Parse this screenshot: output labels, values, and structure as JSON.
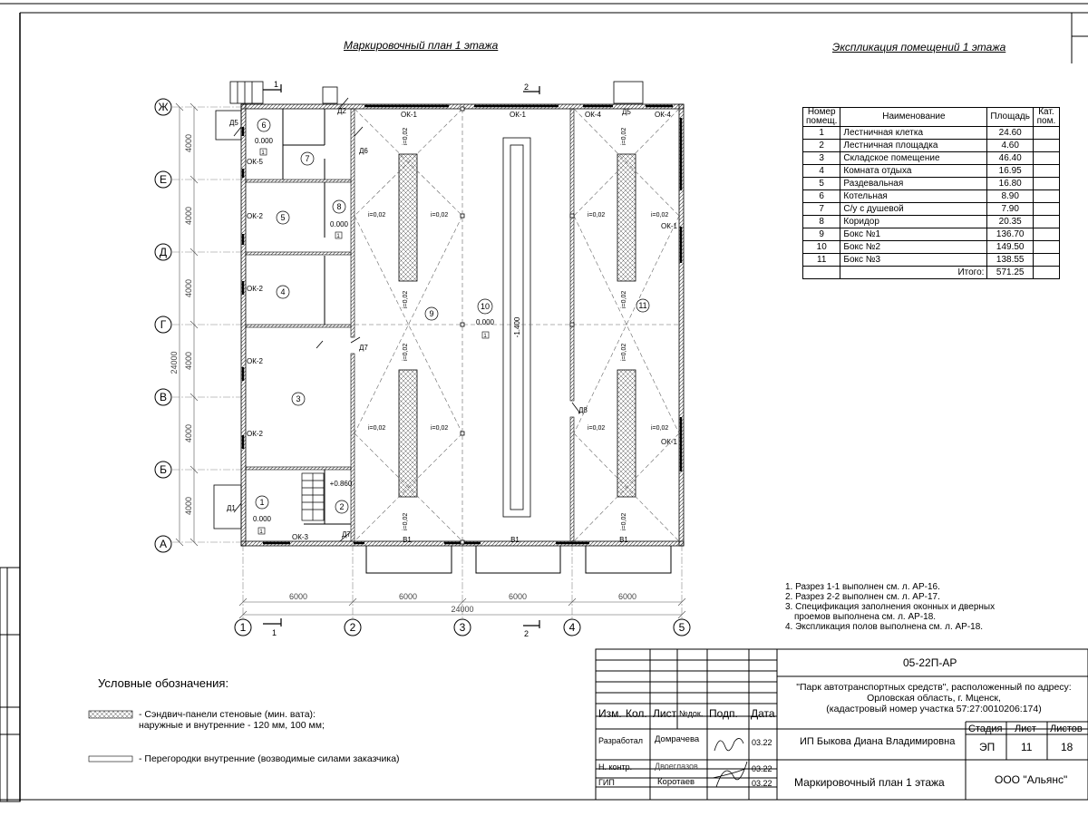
{
  "plan_title": "Маркировочный план 1 этажа",
  "explication_title": "Экспликация помещений 1 этажа",
  "explication": {
    "headers": {
      "num": "Номер помещ.",
      "name": "Наименование",
      "area": "Площадь",
      "cat": "Кат. пом."
    },
    "rows": [
      {
        "num": "1",
        "name": "Лестничная клетка",
        "area": "24.60"
      },
      {
        "num": "2",
        "name": "Лестничная площадка",
        "area": "4.60"
      },
      {
        "num": "3",
        "name": "Складское помещение",
        "area": "46.40"
      },
      {
        "num": "4",
        "name": "Комната отдыха",
        "area": "16.95"
      },
      {
        "num": "5",
        "name": "Раздевальная",
        "area": "16.80"
      },
      {
        "num": "6",
        "name": "Котельная",
        "area": "8.90"
      },
      {
        "num": "7",
        "name": "С/у с душевой",
        "area": "7.90"
      },
      {
        "num": "8",
        "name": "Коридор",
        "area": "20.35"
      },
      {
        "num": "9",
        "name": "Бокс №1",
        "area": "136.70"
      },
      {
        "num": "10",
        "name": "Бокс №2",
        "area": "149.50"
      },
      {
        "num": "11",
        "name": "Бокс №3",
        "area": "138.55"
      }
    ],
    "total_label": "Итого:",
    "total_value": "571.25"
  },
  "axes": {
    "rows": [
      "Ж",
      "Е",
      "Д",
      "Г",
      "В",
      "Б",
      "А"
    ],
    "cols": [
      "1",
      "2",
      "3",
      "4",
      "5"
    ],
    "row_dims": [
      "4000",
      "4000",
      "4000",
      "4000",
      "4000",
      "4000"
    ],
    "row_total": "24000",
    "col_dims": [
      "6000",
      "6000",
      "6000",
      "6000"
    ],
    "col_total": "24000"
  },
  "plan_labels": {
    "section1": "1",
    "section2": "2",
    "doors": [
      "Д1",
      "Д2",
      "Д5",
      "Д5",
      "Д6",
      "Д7",
      "Д7",
      "Д8"
    ],
    "windows": [
      "ОК-1",
      "ОК-1",
      "ОК-4",
      "ОК-4",
      "ОК-1",
      "ОК-1",
      "ОК-5",
      "ОК-2",
      "ОК-2",
      "ОК-2",
      "ОК-2",
      "ОК-3"
    ],
    "gates": [
      "В1",
      "В1",
      "В1"
    ],
    "rooms": [
      "1",
      "2",
      "3",
      "4",
      "5",
      "6",
      "7",
      "8",
      "9",
      "10",
      "11"
    ],
    "levels": [
      "0.000",
      "0.000",
      "0.000",
      "0.000",
      "+0.860",
      "-1.400"
    ],
    "level_marks": [
      "1",
      "1",
      "1",
      "1"
    ],
    "slope": "i=0,02"
  },
  "notes": [
    "1. Разрез 1-1 выполнен см. л. АР-16.",
    "2. Разрез 2-2 выполнен см. л. АР-17.",
    "3. Спецификация заполнения оконных и дверных",
    "    проемов выполнена см. л. АР-18.",
    "4. Экспликация полов выполнена см. л. АР-18."
  ],
  "legend": {
    "title": "Условные обозначения:",
    "item1": "- Сэндвич-панели стеновые (мин. вата):",
    "item1b": "наружные и внутренние - 120 мм, 100 мм;",
    "item2": "- Перегородки внутренние (возводимые силами заказчика)"
  },
  "stamp": {
    "code": "05-22П-АР",
    "project": "\"Парк автотранспортных средств\",  расположенный по адресу:",
    "project2": "Орловская область, г. Мценск,",
    "project3": "(кадастровый номер участка 57:27:0010206:174)",
    "h_izm": "Изм.",
    "h_kol": "Кол.",
    "h_list": "Лист",
    "h_ndok": "№док.",
    "h_podp": "Подп.",
    "h_data": "Дата",
    "razrab_label": "Разработал",
    "razrab_name": "Домрачева",
    "razrab_date": "03.22",
    "nkontr_label": "Н. контр.",
    "nkontr_name": "Двоеглазов",
    "nkontr_date": "03.22",
    "gip_label": "ГИП",
    "gip_name": "Коротаев",
    "gip_date": "03.22",
    "author": "ИП Быкова Диана Владимировна",
    "stadia_h": "Стадия",
    "list_h": "Лист",
    "listov_h": "Листов",
    "stadia": "ЭП",
    "list": "11",
    "listov": "18",
    "sheet_name": "Маркировочный план 1 этажа",
    "company": "ООО \"Альянс\""
  }
}
